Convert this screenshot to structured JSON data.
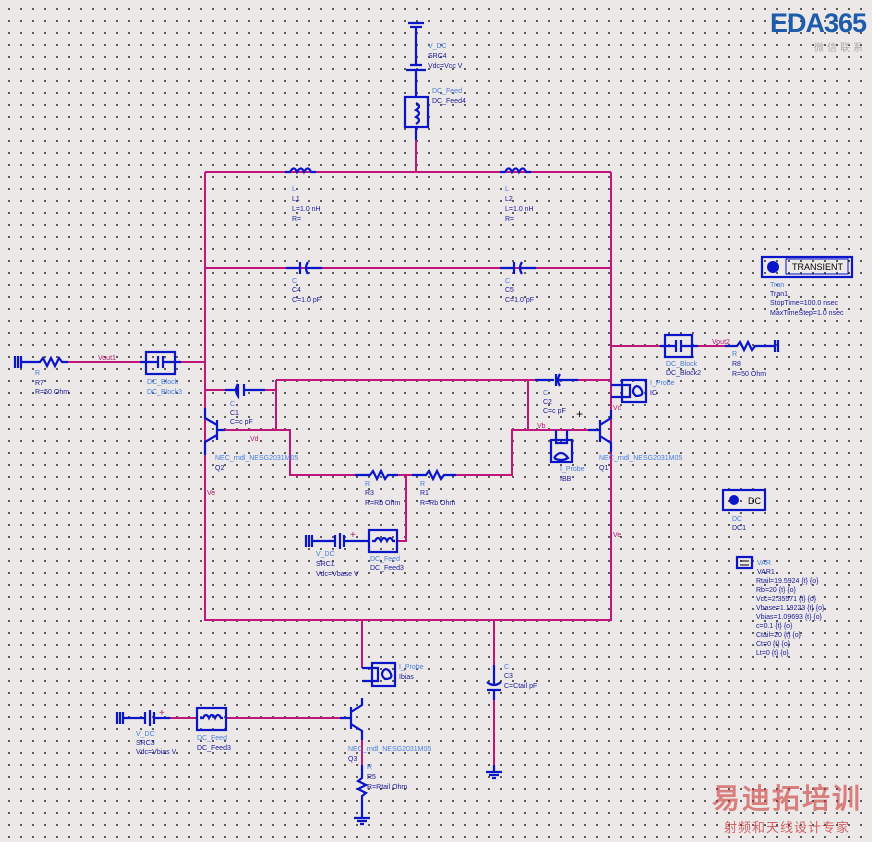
{
  "logo": {
    "brand": "EDA365",
    "sub": "微信联系"
  },
  "watermark": {
    "main": "易迪拓培训",
    "sub": "射频和天线设计专家"
  },
  "nets": {
    "vout1": "Vout1",
    "vout2": "Vout2",
    "vd": "Vd",
    "vb": "Vb",
    "vc": "Vc",
    "ve_left": "Ve",
    "ve_right": "Ve"
  },
  "components": {
    "src4": [
      "V_DC",
      "SRC4",
      "Vdc=Vcc V"
    ],
    "dcfeed4": [
      "DC_Feed",
      "DC_Feed4"
    ],
    "l1": [
      "L",
      "L1",
      "L=1.0 nH",
      "R="
    ],
    "l2": [
      "L",
      "L2",
      "L=1.0 nH",
      "R="
    ],
    "c4": [
      "C",
      "C4",
      "C=1.0 pF"
    ],
    "c5": [
      "C",
      "C5",
      "C=1.0 pF"
    ],
    "r7": [
      "R",
      "R7",
      "R=50 Ohm"
    ],
    "dcblock3": [
      "DC_Block",
      "DC_Block3"
    ],
    "c1": [
      "C",
      "C1",
      "C=c pF"
    ],
    "c2": [
      "C",
      "C2",
      "C=c pF"
    ],
    "q2": [
      "NEC_rndl_NESG2031M05",
      "Q2"
    ],
    "q1": [
      "NEC_rndl_NESG2031M05",
      "Q1"
    ],
    "r3": [
      "R",
      "R3",
      "R=Rb Ohm"
    ],
    "r1": [
      "R",
      "R1",
      "R=Rb Ohm"
    ],
    "src1": [
      "V_DC",
      "SRC1",
      "Vdc=Vbase V"
    ],
    "dcfeed3a": [
      "DC_Feed",
      "DC_Feed3"
    ],
    "probe_ic": [
      "I_Probe",
      "IC"
    ],
    "probe_ibb": [
      "I_Probe",
      "IBB"
    ],
    "dcblock2": [
      "DC_Block",
      "DC_Block2"
    ],
    "r8": [
      "R",
      "R8",
      "R=50 Ohm"
    ],
    "tran": {
      "button": "TRANSIENT",
      "lines": [
        "Tran",
        "Tran1",
        "StopTime=100.0 nsec",
        "MaxTimeStep=1.0 nsec"
      ]
    },
    "dc": {
      "button": "DC",
      "lines": [
        "DC",
        "DC1"
      ]
    },
    "var": {
      "lines": [
        "VAR",
        "VAR1",
        "Rtail=19.5924 {t} {o}",
        "Rb=20 {t} {o}",
        "Vcc=2.35571 {t} {o}",
        "Vbase=1.19223 {t} {o}",
        "Vbias=1.09693 {t} {o}",
        "c=0.1 {t} {o}",
        "Ctail=20 {t} {o}",
        "Ct=0 {t} {o}",
        "Lt=0 {t} {o}"
      ]
    },
    "probe_ibias": [
      "I_Probe",
      "Ibias"
    ],
    "c3": [
      "C",
      "C3",
      "C=Ctail pF"
    ],
    "src3": [
      "V_DC",
      "SRC3",
      "Vdc=Vbias V"
    ],
    "dcfeed3b": [
      "DC_Feed",
      "DC_Feed3"
    ],
    "q3": [
      "NEC_rndl_NESG2031M05",
      "Q3"
    ],
    "r5": [
      "R",
      "R5",
      "R=Rtail Ohm"
    ]
  }
}
